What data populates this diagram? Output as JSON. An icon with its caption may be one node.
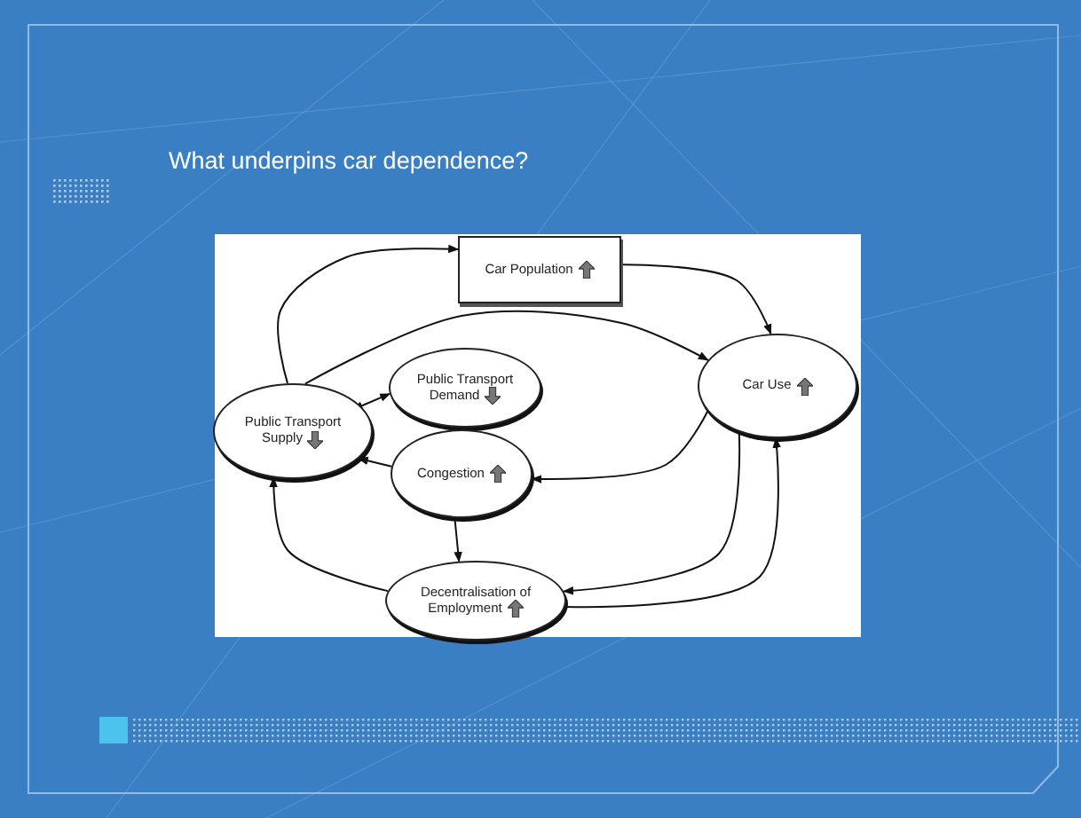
{
  "diagram": {
    "title": "What underpins car dependence?",
    "nodes": [
      {
        "text": [
          "Car Population"
        ]
      },
      {
        "text": [
          "Car Use"
        ]
      },
      {
        "text": [
          "Public Transport Demand"
        ]
      },
      {
        "text": [
          "Public Transport Supply"
        ]
      },
      {
        "text": [
          "Congestion"
        ]
      },
      {
        "text": [
          "Decentralisation of Employment"
        ]
      }
    ],
    "edges": [
      {
        "from": 3,
        "to": 0,
        "arrow": "to"
      },
      {
        "from": 0,
        "to": 1,
        "arrow": "to"
      },
      {
        "from": 3,
        "to": 1,
        "arrow": "to"
      },
      {
        "from": 3,
        "to": 2,
        "arrow": "both"
      },
      {
        "from": 1,
        "to": 4,
        "arrow": "to"
      },
      {
        "from": 4,
        "to": 3,
        "arrow": "to"
      },
      {
        "from": 4,
        "to": 5,
        "arrow": "to"
      },
      {
        "from": 5,
        "to": 3,
        "arrow": "to"
      },
      {
        "from": 1,
        "to": 5,
        "arrow": "to"
      },
      {
        "from": 5,
        "to": 1,
        "arrow": "to"
      }
    ]
  }
}
